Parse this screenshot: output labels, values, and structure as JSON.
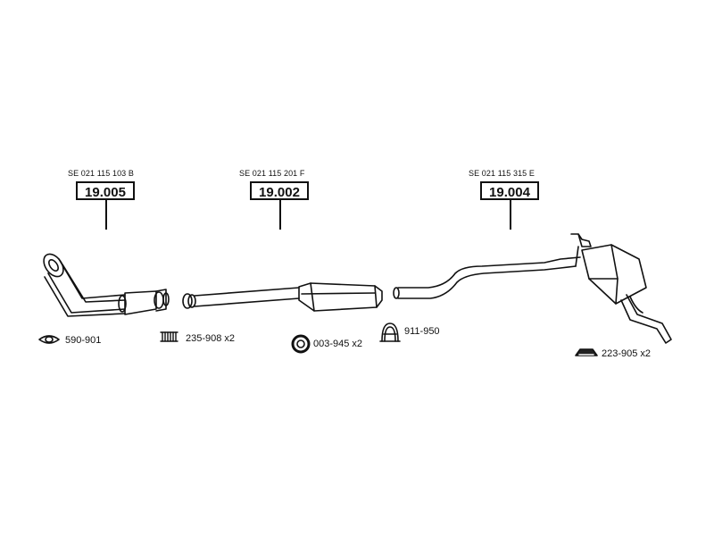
{
  "assemblies": [
    {
      "ref": "SE 021 115 103 B",
      "number": "19.005"
    },
    {
      "ref": "SE 021 115 201 F",
      "number": "19.002"
    },
    {
      "ref": "SE 021 115 315 E",
      "number": "19.004"
    }
  ],
  "parts": [
    {
      "code": "590-901"
    },
    {
      "code": "235-908 x2"
    },
    {
      "code": "003-945 x2"
    },
    {
      "code": "911-950"
    },
    {
      "code": "223-905 x2"
    }
  ]
}
